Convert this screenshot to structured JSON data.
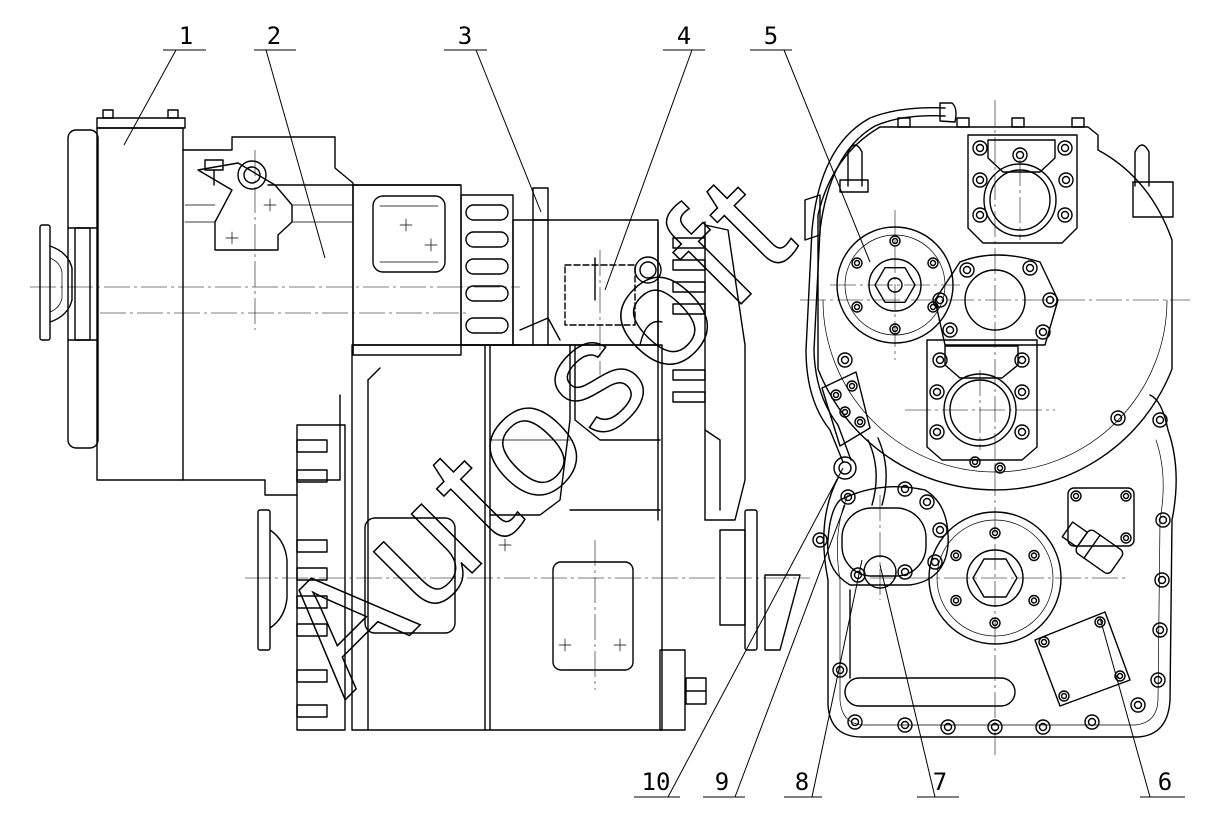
{
  "callouts": [
    "1",
    "2",
    "3",
    "4",
    "5",
    "6",
    "7",
    "8",
    "9",
    "10"
  ],
  "watermark": "Autosoft",
  "colors": {
    "line": "#000000",
    "background": "#ffffff"
  }
}
